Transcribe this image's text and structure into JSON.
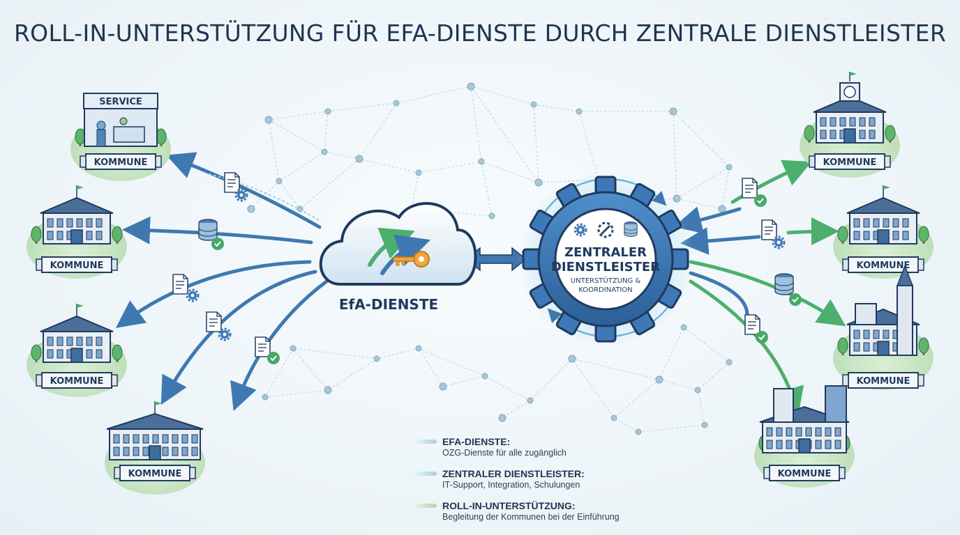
{
  "title": "ROLL-IN-UNTERSTÜTZUNG FÜR EFA-DIENSTE DURCH ZENTRALE DIENSTLEISTER",
  "municipality_label": "KOMMUNE",
  "service_sign": "SERVICE",
  "cloud": {
    "label": "EfA-DIENSTE"
  },
  "provider": {
    "line1": "ZENTRALER",
    "line2": "DIENSTLEISTER",
    "sub1": "UNTERSTÜTZUNG &",
    "sub2": "KOORDINATION"
  },
  "legend": [
    {
      "title": "EFA-DIENSTE:",
      "desc": "OZG-Dienste für alle zugänglich",
      "color": "#a9cfe6"
    },
    {
      "title": "ZENTRALER DIENSTLEISTER:",
      "desc": "IT-Support, Integration, Schulungen",
      "color": "#9fd0e4"
    },
    {
      "title": "ROLL-IN-UNTERSTÜTZUNG:",
      "desc": "Begleitung der Kommunen bei der Einführung",
      "color": "#a8d8a6"
    }
  ],
  "colors": {
    "navy": "#1f3a5f",
    "blue_arrow": "#3f78b0",
    "green_arrow": "#4caf6e",
    "gear": "#3e78b8",
    "network": "#b8cfdc"
  }
}
